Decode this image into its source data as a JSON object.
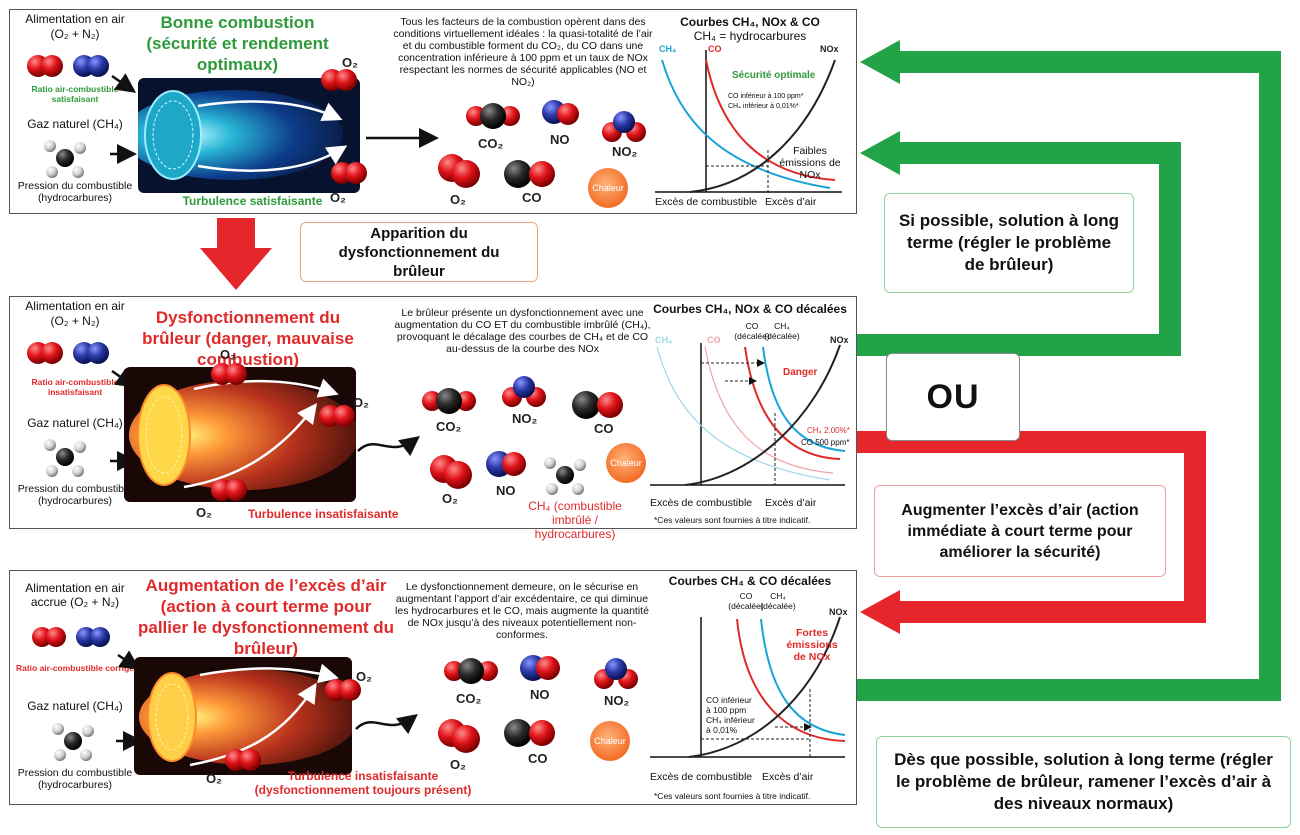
{
  "panels": [
    {
      "air_label": "Alimentation en air",
      "air_formula": "(O₂ + N₂)",
      "ratio_label": "Ratio air-combustible satisfaisant",
      "gas_label": "Gaz naturel (CH₄)",
      "pressure_label": "Pression du combustible (hydrocarbures)",
      "title": "Bonne combustion (sécurité et rendement optimaux)",
      "turbulence": "Turbulence satisfaisante",
      "description": "Tous les facteurs de la combustion opèrent dans des conditions virtuellement idéales : la quasi-totalité de l’air et du combustible forment du CO₂, du CO dans une concentration inférieure à 100 ppm et un taux de NOx respectant les normes de sécurité applicables (NO et NO₂)",
      "chaleur": "Chaleur",
      "molecules": [
        "CO₂",
        "NO",
        "NO₂",
        "O₂",
        "CO"
      ],
      "flame_o2": [
        "O₂",
        "O₂"
      ],
      "chart_title": "Courbes CH₄, NOx & CO",
      "chart_subtitle": "CH₄ = hydrocarbures",
      "curve_labels": [
        "CH₄",
        "CO",
        "NOx"
      ],
      "zone_label": "Sécurité optimale",
      "note1": "CO inférieur à 100 ppm*",
      "note2": "CH₄ inférieur à 0,01%*",
      "note3": "Faibles émissions de NOx",
      "xlabel_left": "Excès de combustible",
      "xlabel_right": "Excès d’air"
    },
    {
      "air_label": "Alimentation en air",
      "air_formula": "(O₂ + N₂)",
      "ratio_label": "Ratio air-combustible insatisfaisant",
      "gas_label": "Gaz naturel (CH₄)",
      "pressure_label": "Pression du combustible (hydrocarbures)",
      "title": "Dysfonctionnement du brûleur (danger, mauvaise combustion)",
      "turbulence": "Turbulence insatisfaisante",
      "description": "Le brûleur présente un dysfonctionnement avec une augmentation du CO ET du combustible imbrûlé (CH₄), provoquant le décalage des courbes de CH₄ et de CO au-dessus de la courbe des NOx",
      "chaleur": "Chaleur",
      "molecules": [
        "CO₂",
        "NO₂",
        "CO",
        "O₂",
        "NO"
      ],
      "flame_o2": [
        "O₂",
        "O₂",
        "O₂"
      ],
      "ch4_caption": "CH₄ (combustible imbrûlé / hydrocarbures)",
      "chart_title": "Courbes CH₄, NOx & CO décalées",
      "curve_labels": [
        "CH₄",
        "CO",
        "NOx"
      ],
      "shifted_labels": [
        "CO (décalée)",
        "CH₄ (décalée)"
      ],
      "zone_label": "Danger",
      "note1": "CH₄ 2.00%*",
      "note2": "CO 500 ppm*",
      "xlabel_left": "Excès de combustible",
      "xlabel_right": "Excès d’air",
      "footnote": "*Ces valeurs sont fournies à titre indicatif."
    },
    {
      "air_label": "Alimentation en air accrue (O₂ + N₂)",
      "ratio_label": "Ratio air-combustible corrigé",
      "gas_label": "Gaz naturel (CH₄)",
      "pressure_label": "Pression du combustible (hydrocarbures)",
      "title": "Augmentation de l’excès d’air (action à court terme pour pallier le dysfonctionnement du brûleur)",
      "turbulence": "Turbulence insatisfaisante (dysfonctionnement toujours présent)",
      "description": "Le dysfonctionnement demeure, on le sécurise en augmentant l’apport d’air excédentaire, ce qui diminue les hydrocarbures et le CO, mais augmente la quantité de NOx jusqu’à des niveaux potentiellement non-conformes.",
      "chaleur": "Chaleur",
      "molecules": [
        "CO₂",
        "NO",
        "NO₂",
        "O₂",
        "CO"
      ],
      "flame_o2": [
        "O₂",
        "O₂"
      ],
      "chart_title": "Courbes CH₄ & CO décalées",
      "curve_labels": [
        "NOx"
      ],
      "shifted_labels": [
        "CO (décalée)",
        "CH₄ (décalée)"
      ],
      "zone_label": "Fortes émissions de NOx",
      "note1": "CO inférieur à 100 ppm CH₄ inférieur à 0,01%",
      "xlabel_left": "Excès de combustible",
      "xlabel_right": "Excès d’air",
      "footnote": "*Ces valeurs sont fournies à titre indicatif."
    }
  ],
  "callouts": {
    "dysfunction": "Apparition du dysfonctionnement du brûleur",
    "long_term": "Si possible, solution à long terme (régler le problème de brûleur)",
    "or": "OU",
    "short_term": "Augmenter l’excès d’air (action immédiate à court terme pour améliorer la sécurité)",
    "final": "Dès que possible, solution à long terme (régler le problème de brûleur, ramener l’excès d’air à des niveaux normaux)"
  },
  "colors": {
    "green": "#2e9a3c",
    "red": "#e02a2a",
    "arrow_green": "#23a347",
    "arrow_red": "#e5262a",
    "ch4_curve": "#1aa3d8",
    "co_curve": "#e02a2a",
    "nox_curve": "#222222"
  }
}
